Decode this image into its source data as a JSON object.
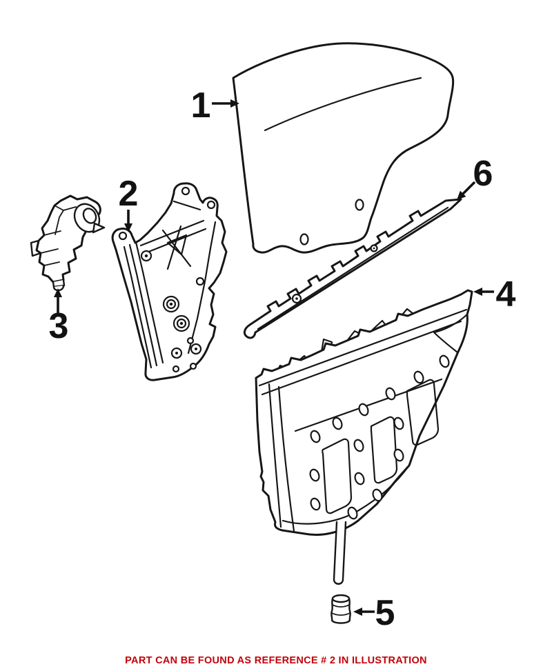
{
  "illustration": {
    "callouts": [
      {
        "label": "1"
      },
      {
        "label": "2"
      },
      {
        "label": "3"
      },
      {
        "label": "4"
      },
      {
        "label": "5"
      },
      {
        "label": "6"
      }
    ],
    "caption": {
      "text": "PART CAN BE FOUND AS REFERENCE # 2 IN ILLUSTRATION",
      "color": "#c30008"
    },
    "colors": {
      "background": "#ffffff",
      "line": "#161616"
    }
  }
}
